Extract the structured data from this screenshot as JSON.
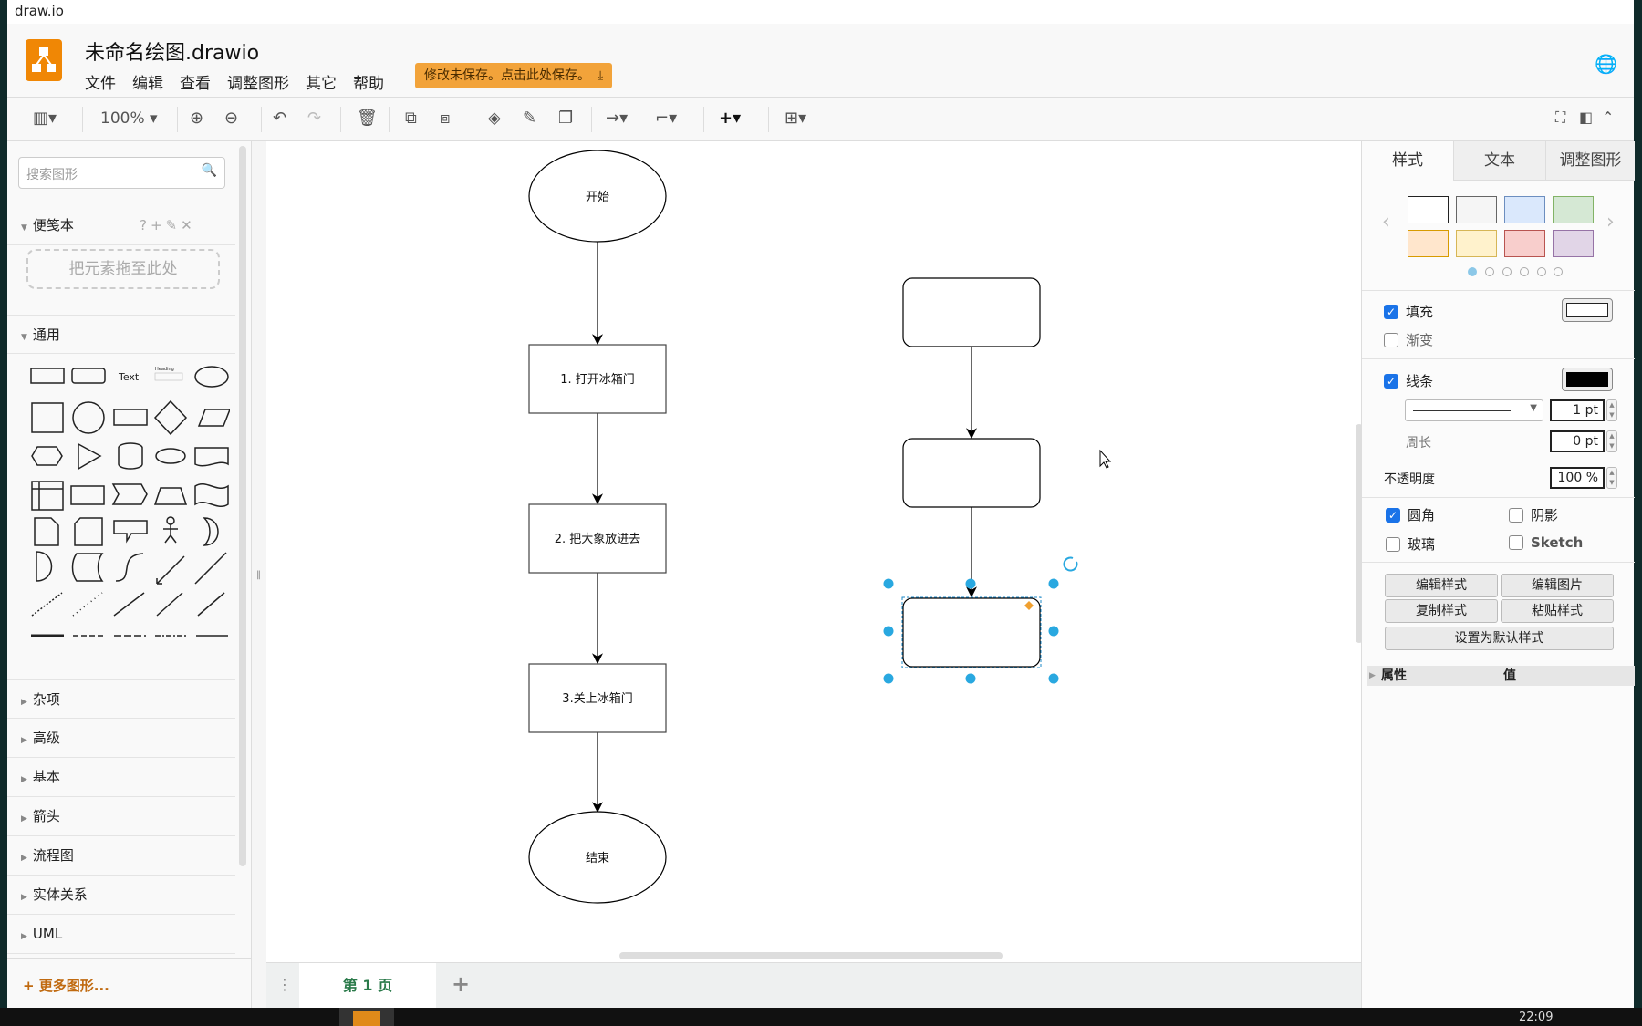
{
  "window_title": "draw.io",
  "header": {
    "doc_title": "未命名绘图.drawio",
    "menu": [
      "文件",
      "编辑",
      "查看",
      "调整图形",
      "其它",
      "帮助"
    ],
    "save_notice": "修改未保存。点击此处保存。",
    "brand_color": "#f08705"
  },
  "toolbar": {
    "zoom": "100%"
  },
  "sidebar": {
    "search_placeholder": "搜索图形",
    "scratchpad": "便笺本",
    "scratchpad_actions": [
      "?",
      "+",
      "✎",
      "✕"
    ],
    "drop_hint": "把元素拖至此处",
    "general": "通用",
    "text_shape": "Text",
    "heading_shape": "Heading",
    "sections": [
      "杂项",
      "高级",
      "基本",
      "箭头",
      "流程图",
      "实体关系",
      "UML"
    ],
    "more_shapes": "+ 更多图形..."
  },
  "canvas": {
    "nodes": [
      "开始",
      "1. 打开冰箱门",
      "2. 把大象放进去",
      "3.关上冰箱门",
      "结束"
    ]
  },
  "pages": {
    "current": "第 1 页"
  },
  "format": {
    "tabs": [
      "样式",
      "文本",
      "调整图形"
    ],
    "swatches": [
      {
        "fill": "#ffffff",
        "stroke": "#222222"
      },
      {
        "fill": "#f5f5f5",
        "stroke": "#666666"
      },
      {
        "fill": "#dae8fc",
        "stroke": "#6c8ebf"
      },
      {
        "fill": "#d5e8d4",
        "stroke": "#82b366"
      },
      {
        "fill": "#ffe6cc",
        "stroke": "#d79b00"
      },
      {
        "fill": "#fff2cc",
        "stroke": "#d6b656"
      },
      {
        "fill": "#f8cecc",
        "stroke": "#b85450"
      },
      {
        "fill": "#e1d5e7",
        "stroke": "#9673a6"
      }
    ],
    "fill_label": "填充",
    "gradient_label": "渐变",
    "line_label": "线条",
    "line_width": "1 pt",
    "perimeter_label": "周长",
    "perimeter": "0 pt",
    "opacity_label": "不透明度",
    "opacity": "100 %",
    "rounded_label": "圆角",
    "shadow_label": "阴影",
    "glass_label": "玻璃",
    "sketch_label": "Sketch",
    "buttons": [
      "编辑样式",
      "编辑图片",
      "复制样式",
      "粘贴样式",
      "设置为默认样式"
    ],
    "prop_col": "属性",
    "value_col": "值"
  },
  "taskbar": {
    "clock": "22:09"
  }
}
